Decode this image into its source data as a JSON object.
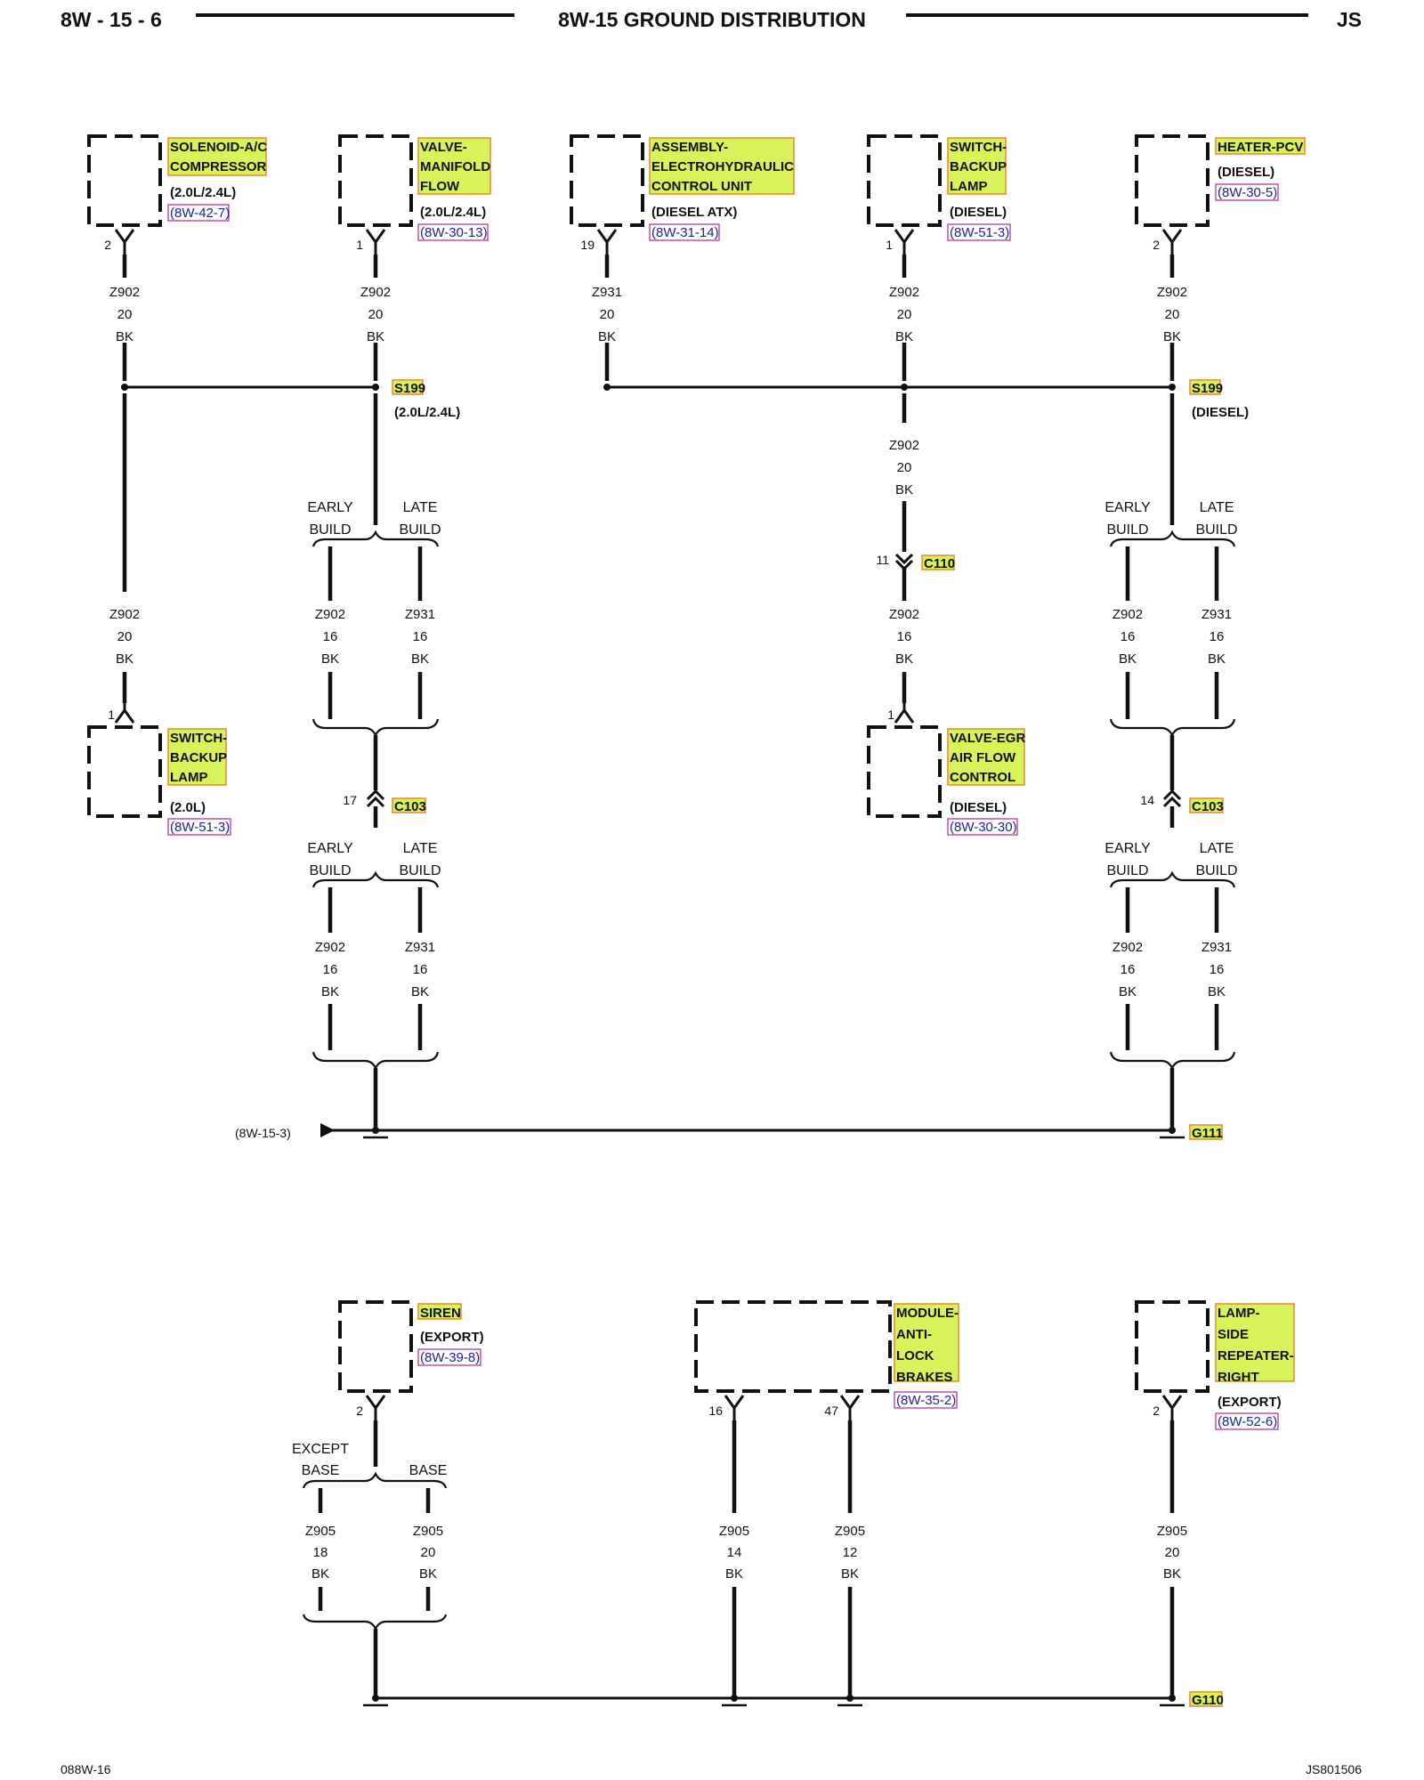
{
  "header": {
    "left": "8W - 15 - 6",
    "title": "8W-15 GROUND DISTRIBUTION",
    "right": "JS"
  },
  "footer": {
    "left": "088W-16",
    "right": "JS801506"
  },
  "components": {
    "solenoid_ac": {
      "name": [
        "SOLENOID-A/C",
        "COMPRESSOR"
      ],
      "variant": "(2.0L/2.4L)",
      "ref": "(8W-42-7)",
      "pin": "2"
    },
    "valve_manifold": {
      "name": [
        "VALVE-",
        "MANIFOLD",
        "FLOW"
      ],
      "variant": "(2.0L/2.4L)",
      "ref": "(8W-30-13)",
      "pin": "1"
    },
    "assembly_ehcu": {
      "name": [
        "ASSEMBLY-",
        "ELECTROHYDRAULIC",
        "CONTROL UNIT"
      ],
      "variant": "(DIESEL ATX)",
      "ref": "(8W-31-14)",
      "pin": "19"
    },
    "switch_backup_diesel": {
      "name": [
        "SWITCH-",
        "BACKUP",
        "LAMP"
      ],
      "variant": "(DIESEL)",
      "ref": "(8W-51-3)",
      "pin": "1"
    },
    "heater_pcv": {
      "name": [
        "HEATER-PCV"
      ],
      "variant": "(DIESEL)",
      "ref": "(8W-30-5)",
      "pin": "2"
    },
    "switch_backup_20": {
      "name": [
        "SWITCH-",
        "BACKUP",
        "LAMP"
      ],
      "variant": "(2.0L)",
      "ref": "(8W-51-3)",
      "pin": "1"
    },
    "valve_egr": {
      "name": [
        "VALVE-EGR",
        "AIR FLOW",
        "CONTROL"
      ],
      "variant": "(DIESEL)",
      "ref": "(8W-30-30)",
      "pin": "1"
    },
    "siren": {
      "name": [
        "SIREN"
      ],
      "variant": "(EXPORT)",
      "ref": "(8W-39-8)",
      "pin": "2"
    },
    "module_abs": {
      "name": [
        "MODULE-",
        "ANTI-",
        "LOCK",
        "BRAKES"
      ],
      "variant": "",
      "ref": "(8W-35-2)",
      "pins": [
        "16",
        "47"
      ]
    },
    "lamp_side_repeater": {
      "name": [
        "LAMP-",
        "SIDE",
        "REPEATER-",
        "RIGHT"
      ],
      "variant": "(EXPORT)",
      "ref": "(8W-52-6)",
      "pin": "2"
    }
  },
  "wires": {
    "z902_20": [
      "Z902",
      "20",
      "BK"
    ],
    "z931_20": [
      "Z931",
      "20",
      "BK"
    ],
    "z902_16": [
      "Z902",
      "16",
      "BK"
    ],
    "z931_16": [
      "Z931",
      "16",
      "BK"
    ],
    "z905_18": [
      "Z905",
      "18",
      "BK"
    ],
    "z905_20": [
      "Z905",
      "20",
      "BK"
    ],
    "z905_14": [
      "Z905",
      "14",
      "BK"
    ],
    "z905_12": [
      "Z905",
      "12",
      "BK"
    ]
  },
  "splices": {
    "s199_left": {
      "id": "S199",
      "variant": "(2.0L/2.4L)"
    },
    "s199_right": {
      "id": "S199",
      "variant": "(DIESEL)"
    }
  },
  "connectors": {
    "c110": {
      "id": "C110",
      "pin": "11"
    },
    "c103_left": {
      "id": "C103",
      "pin": "17"
    },
    "c103_right": {
      "id": "C103",
      "pin": "14"
    }
  },
  "builds": {
    "early": [
      "EARLY",
      "BUILD"
    ],
    "late": [
      "LATE",
      "BUILD"
    ]
  },
  "options": {
    "except_base": "EXCEPT",
    "base_left": "BASE",
    "base_right": "BASE"
  },
  "grounds": {
    "g111": "G111",
    "g110": "G110",
    "g111_ref": "(8W-15-3)"
  },
  "colors": {
    "highlight": "#d8f25a",
    "highlight_border": "#e38b2a",
    "ref_border": "#b23a9a",
    "ref_text": "#20209a"
  }
}
